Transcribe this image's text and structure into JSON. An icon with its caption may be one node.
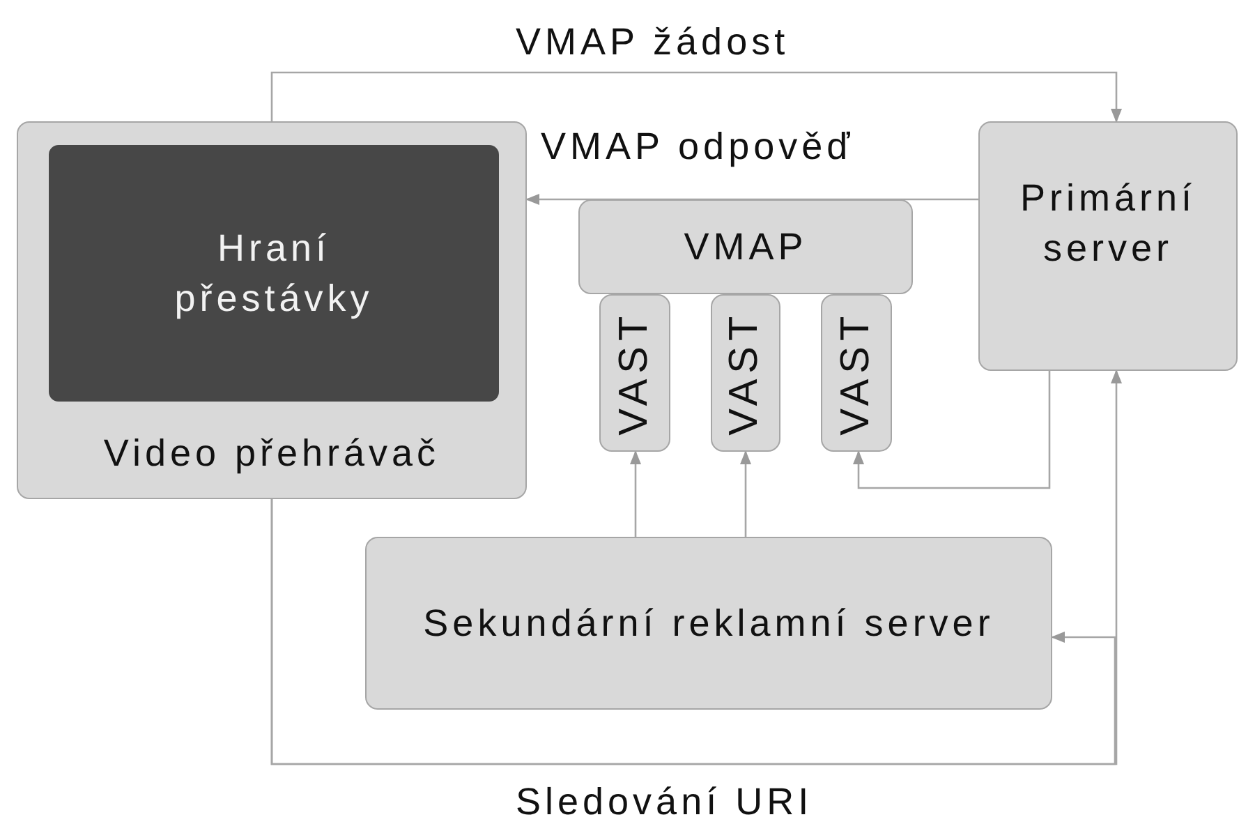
{
  "diagram": {
    "nodes": [
      {
        "text": [
          "Video přehrávač"
        ]
      },
      {
        "text": [
          "Hraní přestávky"
        ],
        "in": 0
      },
      {
        "text": [
          "Primární server"
        ]
      },
      {
        "text": [
          "VMAP"
        ]
      },
      {
        "text": [
          "VAST"
        ]
      },
      {
        "text": [
          "VAST"
        ]
      },
      {
        "text": [
          "VAST"
        ]
      },
      {
        "text": [
          "Sekundární reklamní server"
        ]
      }
    ],
    "edges": [
      {
        "from": 0,
        "to": 2,
        "arrow": "to",
        "label": "VMAP žádost"
      },
      {
        "from": 2,
        "to": 0,
        "arrow": "to",
        "label": "VMAP odpověď"
      },
      {
        "from": 7,
        "to": 4,
        "arrow": "to"
      },
      {
        "from": 7,
        "to": 5,
        "arrow": "to"
      },
      {
        "from": 2,
        "to": 6,
        "arrow": "to"
      },
      {
        "from": 0,
        "to": 2,
        "arrow": "to",
        "label": "Sledování URI"
      },
      {
        "from": 0,
        "to": 7,
        "arrow": "to"
      }
    ]
  }
}
